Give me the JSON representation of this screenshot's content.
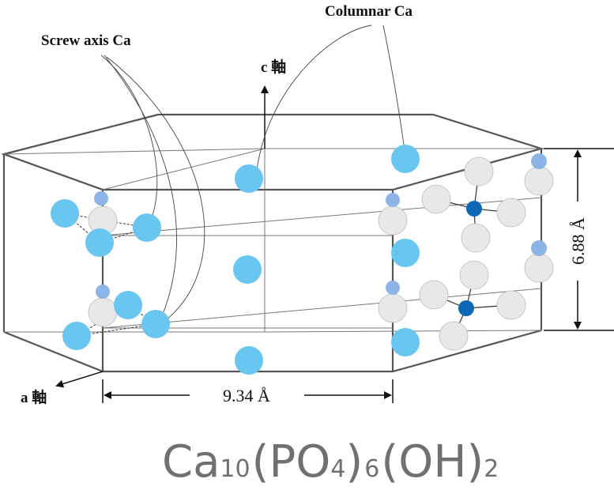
{
  "labels": {
    "columnar_ca": "Columnar Ca",
    "screw_axis_ca": "Screw axis Ca",
    "c_axis": "c 軸",
    "a_axis": "a 軸",
    "width_dim": "9.34 Å",
    "height_dim": "6.88 Å"
  },
  "formula": {
    "ca": "Ca",
    "sub_10": "10",
    "open1": "(",
    "po": "PO",
    "sub_4": "4",
    "close1": ")",
    "sub_6": "6",
    "open2": "(",
    "oh": "OH",
    "close2": ")",
    "sub_2": "2"
  },
  "colors": {
    "calcium": "#69c6f0",
    "phosphorus": "#0e67b2",
    "oxygen": "#e8e8e8",
    "hydroxyl": "#8cb4e6",
    "lines": "#555555",
    "formula": "#707070"
  }
}
